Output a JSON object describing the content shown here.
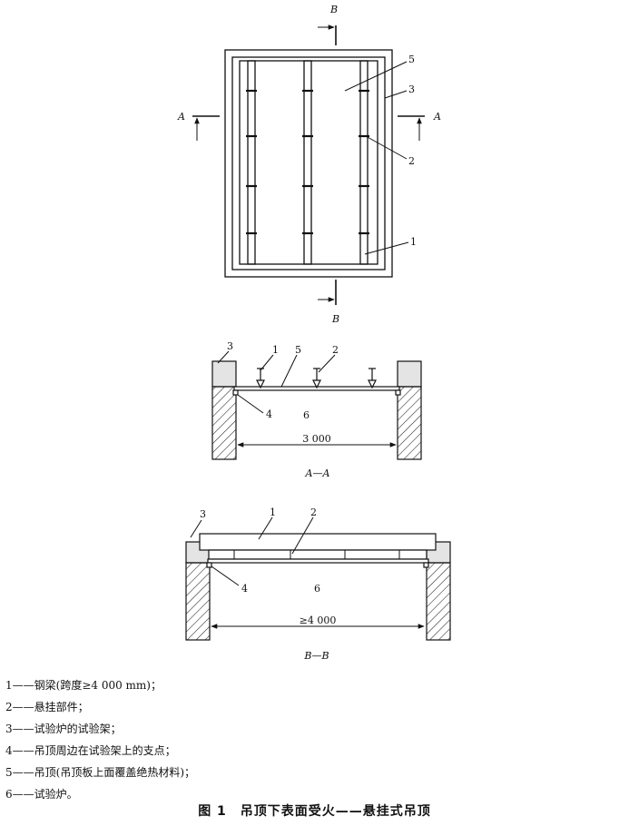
{
  "plan_view": {
    "labels": {
      "l1": "1",
      "l2": "2",
      "l3": "3",
      "l5": "5"
    },
    "section_marks": {
      "a_left": "A",
      "a_right": "A",
      "b_top": "B",
      "b_bottom": "B"
    }
  },
  "section_aa": {
    "labels": {
      "l1": "1",
      "l2": "2",
      "l3": "3",
      "l4": "4",
      "l5": "5",
      "l6": "6"
    },
    "dimension": "3 000",
    "title": "A—A"
  },
  "section_bb": {
    "labels": {
      "l1": "1",
      "l2": "2",
      "l3": "3",
      "l4": "4",
      "l6": "6"
    },
    "dimension": "≥4 000",
    "title": "B—B"
  },
  "legend": [
    "1——钢梁(跨度≥4 000 mm)；",
    "2——悬挂部件；",
    "3——试验炉的试验架；",
    "4——吊顶周边在试验架上的支点；",
    "5——吊顶(吊顶板上面覆盖绝热材料)；",
    "6——试验炉。"
  ],
  "caption": "图 1　吊顶下表面受火——悬挂式吊顶"
}
